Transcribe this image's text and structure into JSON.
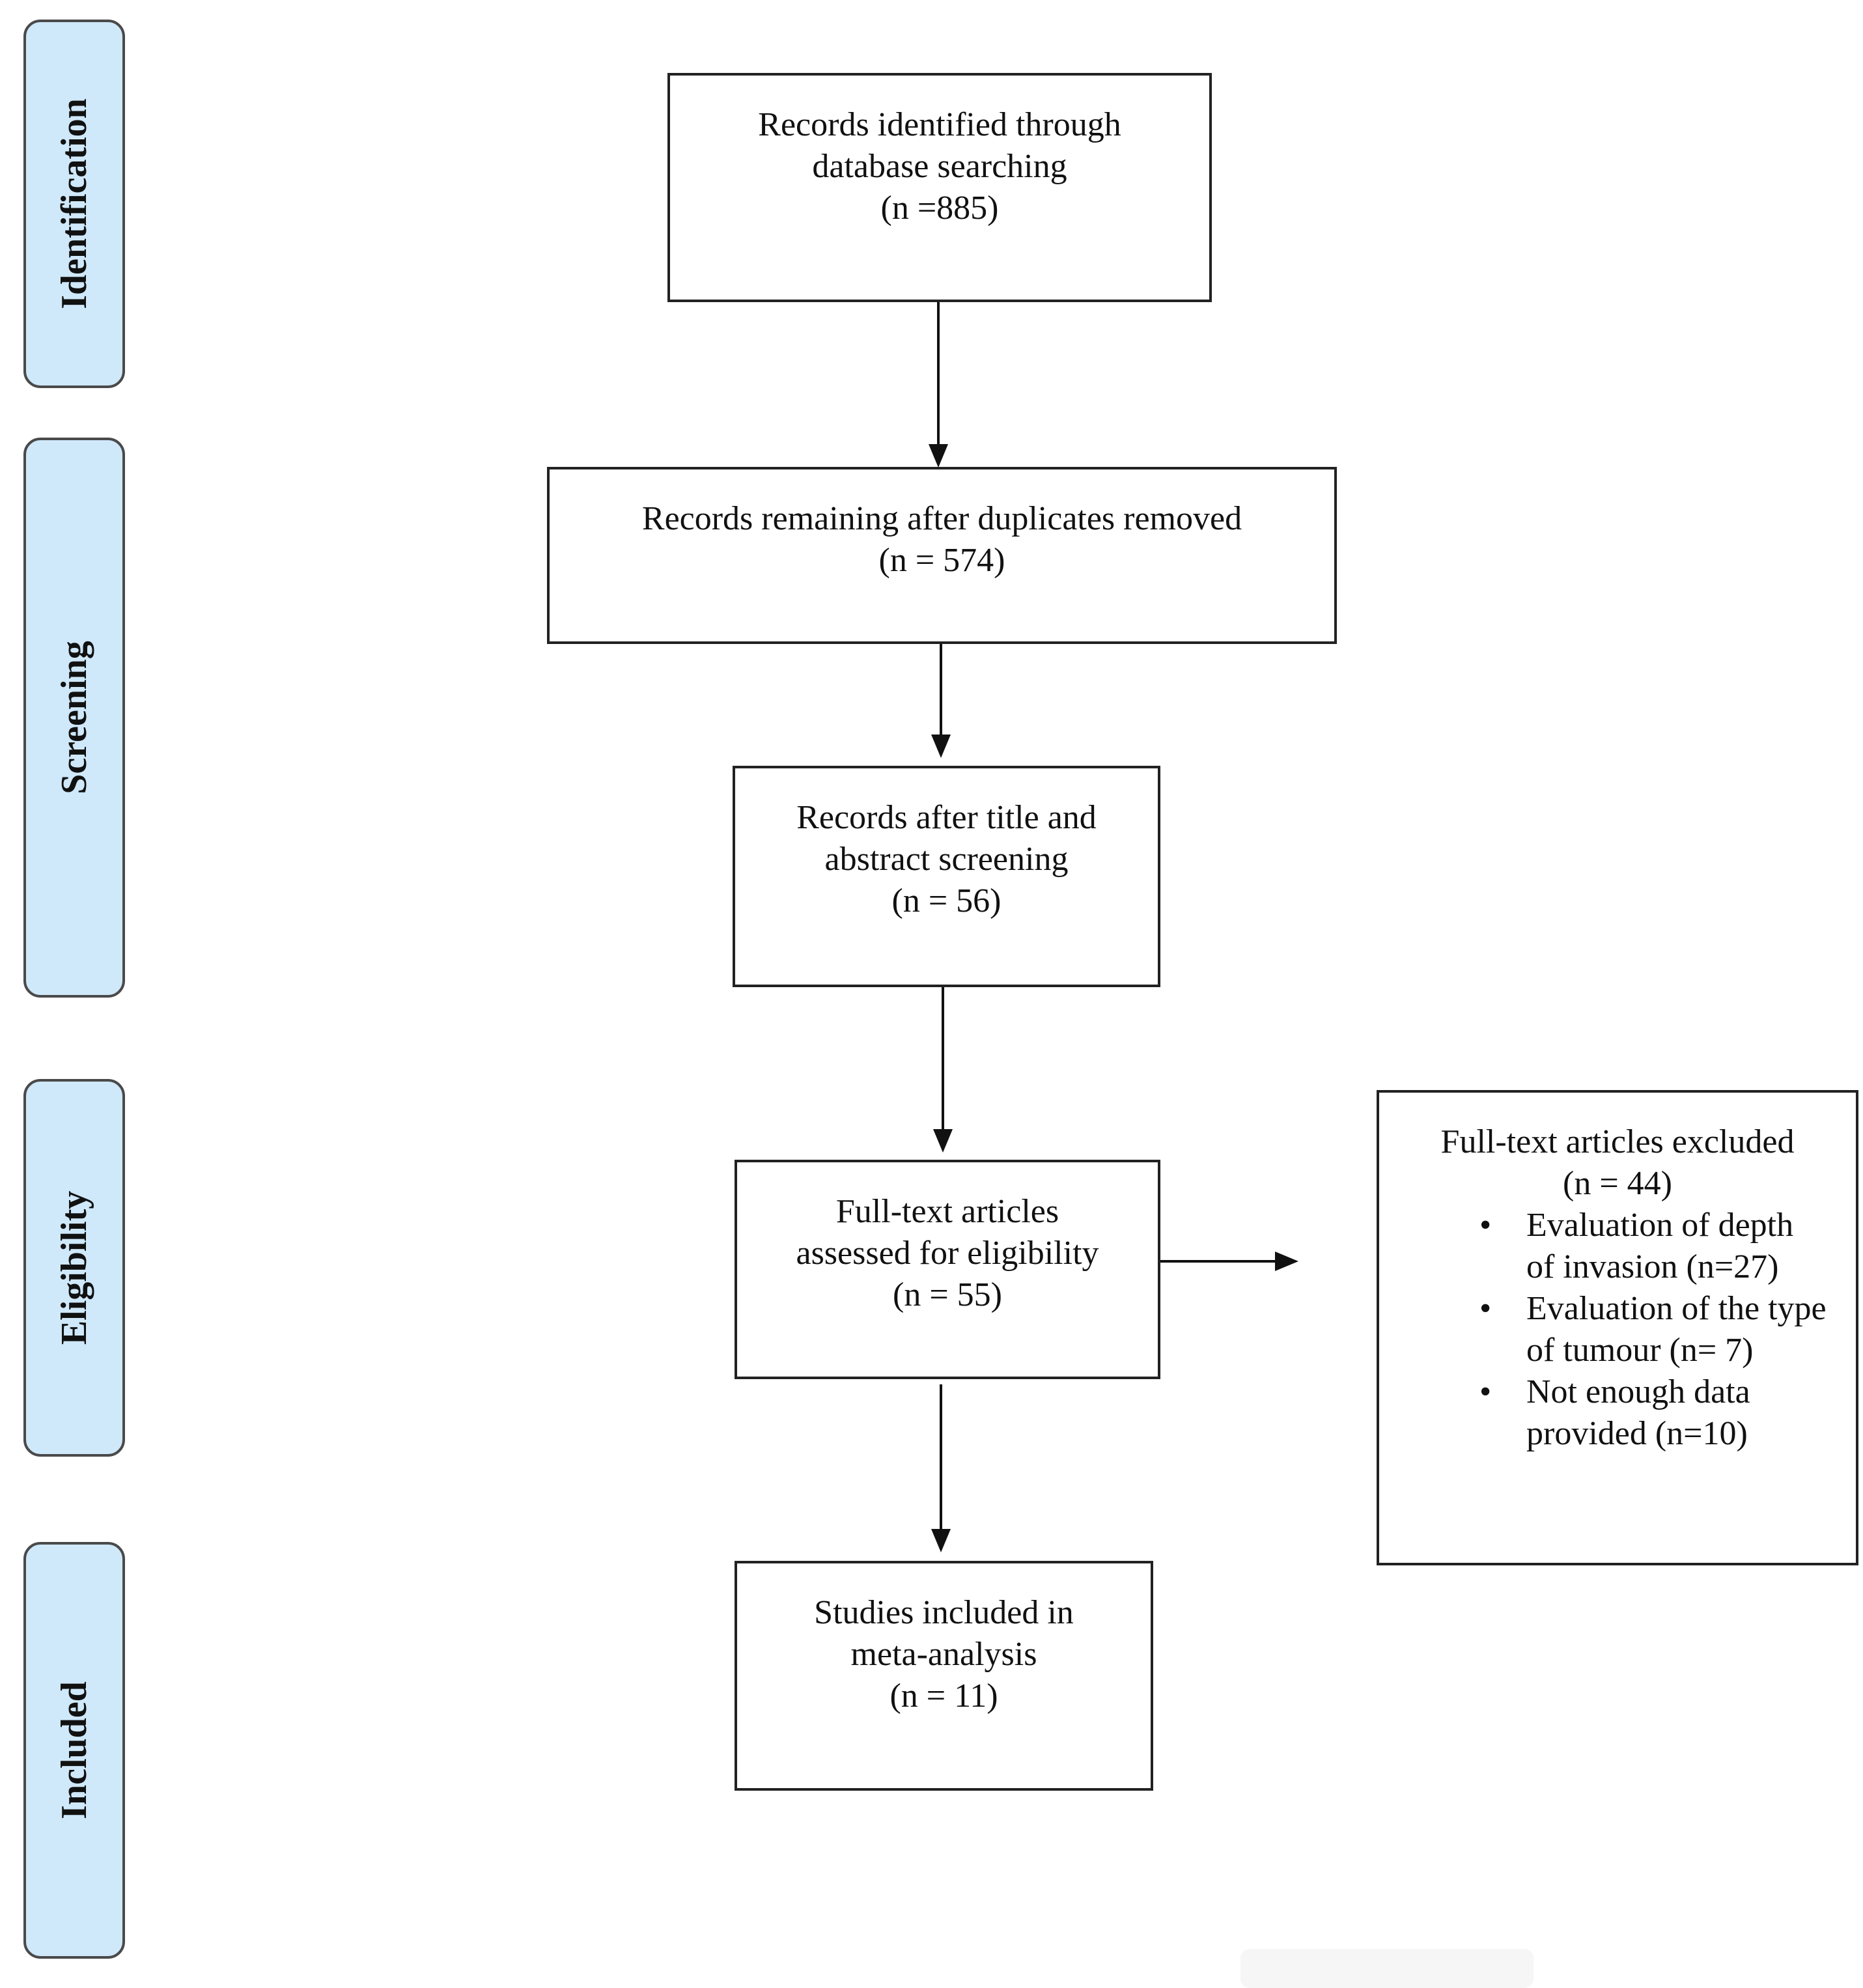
{
  "stages": {
    "identification": "Identification",
    "screening": "Screening",
    "eligibility": "Eligibility",
    "included": "Included"
  },
  "boxes": {
    "identified": {
      "line1": "Records identified through",
      "line2": "database searching",
      "count": "(n =885)"
    },
    "duplicates_removed": {
      "line1": "Records remaining  after duplicates removed",
      "count": "(n = 574)"
    },
    "title_abstract": {
      "line1": "Records after title and",
      "line2": "abstract screening",
      "count": "(n = 56)"
    },
    "full_text": {
      "line1": "Full-text articles",
      "line2": "assessed  for eligibility",
      "count": "(n = 55)"
    },
    "included": {
      "line1": "Studies included in",
      "line2": "meta-analysis",
      "count": "(n = 11)"
    }
  },
  "excluded": {
    "title": "Full-text articles excluded",
    "count": "(n = 44)",
    "reasons": [
      "Evaluation of depth of invasion (n=27)",
      "Evaluation of the type of tumour (n= 7)",
      "Not enough data provided (n=10)"
    ]
  }
}
